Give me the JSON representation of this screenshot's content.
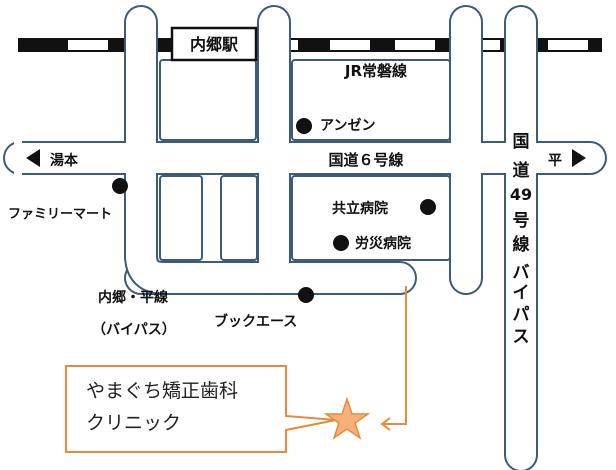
{
  "station": {
    "name": "内郷駅"
  },
  "railway": {
    "name": "JR常磐線"
  },
  "roads": {
    "route6": "国道６号線",
    "left_dest": "湯本",
    "right_dest": "平",
    "bypass": [
      "国",
      "道",
      "49",
      "号",
      "線",
      "バ",
      "イ",
      "パ",
      "ス"
    ],
    "uchigo_line": "内郷・平線",
    "uchigo_line_sub": "（バイパス）"
  },
  "landmarks": {
    "anzen": "アンゼン",
    "familymart": "ファミリーマート",
    "kyoritsu": "共立病院",
    "rosai": "労災病院",
    "bookace": "ブックエース"
  },
  "clinic": {
    "line1": "やまぐち矯正歯科",
    "line2": "クリニック"
  },
  "colors": {
    "road_outline": "#3c5a7a",
    "accent": "#e98a3a",
    "star_fill": "#f7b07a",
    "railway": "#111111",
    "marker": "#111111"
  }
}
